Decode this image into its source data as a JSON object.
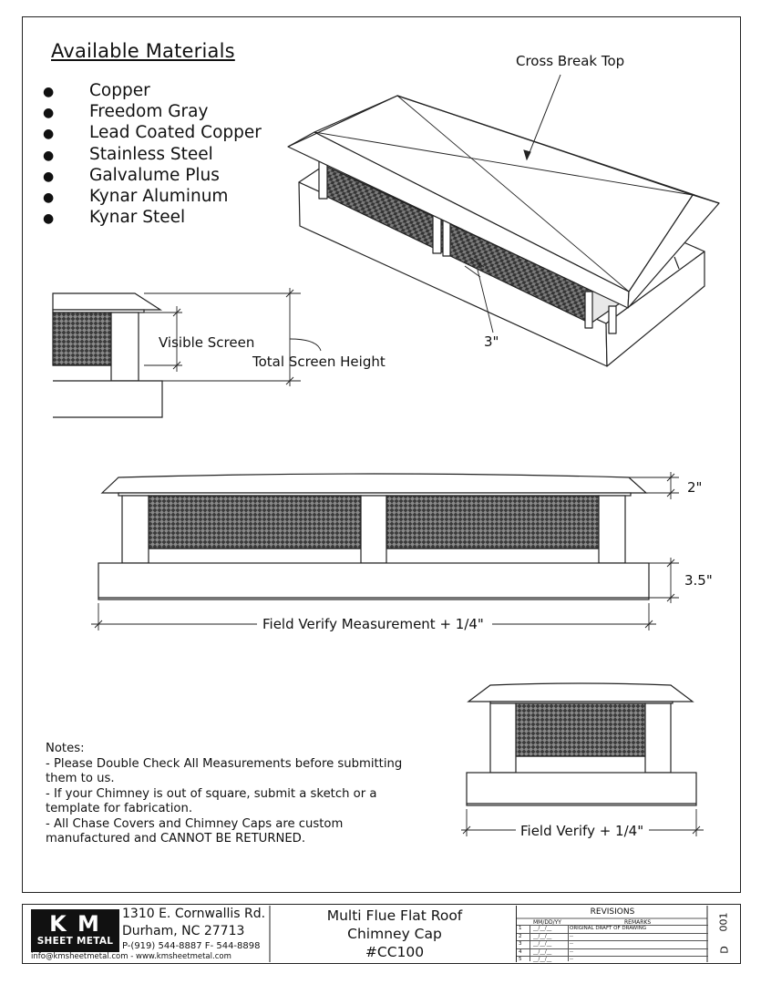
{
  "materials": {
    "title": "Available Materials",
    "items": [
      "Copper",
      "Freedom Gray",
      "Lead Coated Copper",
      "Stainless Steel",
      "Galvalume Plus",
      "Kynar Aluminum",
      "Kynar Steel"
    ]
  },
  "labels": {
    "cross_break_top": "Cross Break Top",
    "three_in": "3\"",
    "visible_screen": "Visible Screen",
    "total_screen_height": "Total Screen Height",
    "two_in": "2\"",
    "three_half_in": "3.5\"",
    "field_verify_measurement": "Field Verify Measurement + 1/4\"",
    "field_verify": "Field Verify + 1/4\""
  },
  "notes": {
    "title": "Notes:",
    "lines": [
      " - Please Double Check All Measurements before submitting",
      "them to us.",
      " - If your Chimney is out of square, submit a sketch or a",
      "template for fabrication.",
      " - All Chase Covers and Chimney Caps are custom",
      "manufactured and CANNOT BE RETURNED."
    ]
  },
  "titleblock": {
    "logo_top": "K M",
    "logo_bottom": "SHEET METAL",
    "address1": "1310 E. Cornwallis Rd.",
    "address2": "Durham, NC 27713",
    "phone": "P-(919) 544-8887 F- 544-8898",
    "web": "info@kmsheetmetal.com - www.kmsheetmetal.com",
    "product_line1": "Multi Flue Flat Roof",
    "product_line2": "Chimney Cap",
    "product_code": "#CC100",
    "revisions_title": "REVISIONS",
    "col_date": "MM/DD/YY",
    "col_remarks": "REMARKS",
    "rows": [
      {
        "num": "1",
        "date": "__/__/__",
        "remark": "ORIGINAL DRAFT OF DRAWING"
      },
      {
        "num": "2",
        "date": "__/__/__",
        "remark": "--"
      },
      {
        "num": "3",
        "date": "__/__/__",
        "remark": "--"
      },
      {
        "num": "4",
        "date": "__/__/__",
        "remark": "--"
      },
      {
        "num": "5",
        "date": "__/__/__",
        "remark": "--"
      }
    ],
    "sheet_no": "001",
    "sheet_letter": "D"
  },
  "colors": {
    "line": "#222222",
    "mesh": "#2a2a2a",
    "fill": "#ffffff"
  }
}
